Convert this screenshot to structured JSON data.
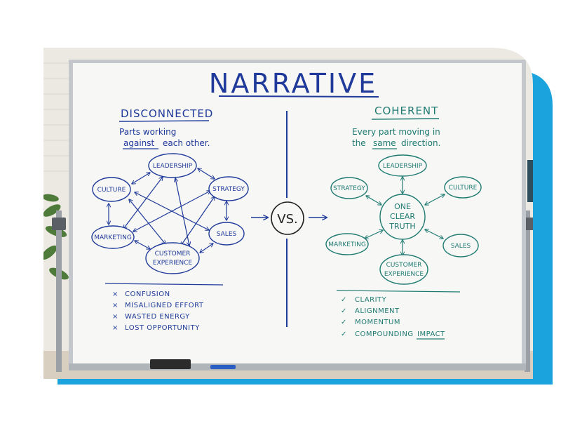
{
  "colors": {
    "frame_accent": "#1aa3dd",
    "board": "#f7f7f5",
    "marker_blue": "#1f3a9a",
    "marker_teal": "#1f7b72",
    "wall": "#ece9e3"
  },
  "board": {
    "title": "NARRATIVE",
    "divider_label": "VS.",
    "left": {
      "heading": "DISCONNECTED",
      "subtitle_line1": "Parts working",
      "subtitle_line2_emphasis": "against",
      "subtitle_line2_rest": "each other.",
      "nodes": {
        "leadership": "LEADERSHIP",
        "culture": "CULTURE",
        "strategy": "STRATEGY",
        "marketing": "MARKETING",
        "sales": "SALES",
        "customer_line1": "CUSTOMER",
        "customer_line2": "EXPERIENCE"
      },
      "list_marker": "×",
      "list": [
        "CONFUSION",
        "MISALIGNED EFFORT",
        "WASTED ENERGY",
        "LOST OPPORTUNITY"
      ]
    },
    "right": {
      "heading": "COHERENT",
      "subtitle_line1": "Every part moving in",
      "subtitle_line2_pre": "the",
      "subtitle_line2_emphasis": "same",
      "subtitle_line2_rest": "direction.",
      "center_line1": "ONE",
      "center_line2": "CLEAR",
      "center_line3": "TRUTH",
      "nodes": {
        "leadership": "LEADERSHIP",
        "strategy": "STRATEGY",
        "culture": "CULTURE",
        "marketing": "MARKETING",
        "sales": "SALES",
        "customer_line1": "CUSTOMER",
        "customer_line2": "EXPERIENCE"
      },
      "list_marker": "✓",
      "list": [
        "CLARITY",
        "ALIGNMENT",
        "MOMENTUM"
      ],
      "list_last_pre": "COMPOUNDING",
      "list_last_emphasis": "IMPACT"
    }
  }
}
